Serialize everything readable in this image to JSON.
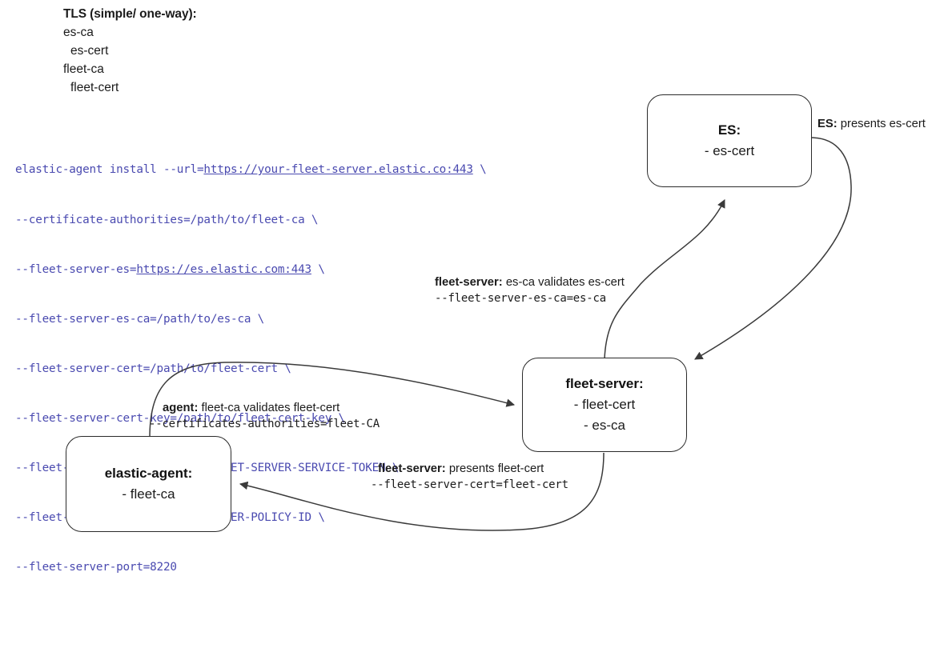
{
  "note": {
    "title": "TLS (simple/ one-way):",
    "lines": [
      {
        "text": "es-ca",
        "indent": false
      },
      {
        "text": "es-cert",
        "indent": true
      },
      {
        "text": "fleet-ca",
        "indent": false
      },
      {
        "text": "fleet-cert",
        "indent": true
      }
    ]
  },
  "command": {
    "color": "#4a4ab0",
    "lines": [
      {
        "pre": "elastic-agent install --url=",
        "url": "https://your-fleet-server.elastic.co:443",
        "post": " \\"
      },
      {
        "pre": "--certificate-authorities=/path/to/fleet-ca \\",
        "url": "",
        "post": ""
      },
      {
        "pre": "--fleet-server-es=",
        "url": "https://es.elastic.com:443",
        "post": " \\"
      },
      {
        "pre": "--fleet-server-es-ca=/path/to/es-ca \\",
        "url": "",
        "post": ""
      },
      {
        "pre": "--fleet-server-cert=/path/to/fleet-cert \\",
        "url": "",
        "post": ""
      },
      {
        "pre": "--fleet-server-cert-key=/path/to/fleet-cert-key \\",
        "url": "",
        "post": ""
      },
      {
        "pre": "--fleet-server-service-token=FLEET-SERVER-SERVICE-TOKEN \\",
        "url": "",
        "post": ""
      },
      {
        "pre": "--fleet-server-policy=FLEET-SERVER-POLICY-ID \\",
        "url": "",
        "post": ""
      },
      {
        "pre": "--fleet-server-port=8220",
        "url": "",
        "post": ""
      }
    ]
  },
  "nodes": {
    "es": {
      "title": "ES:",
      "line1": "- es-cert"
    },
    "fleet_server": {
      "title": "fleet-server:",
      "line1": "- fleet-cert",
      "line2": "- es-ca"
    },
    "elastic_agent": {
      "title": "elastic-agent:",
      "line1": "- fleet-ca"
    }
  },
  "edge_labels": {
    "es_presents": {
      "actor": "ES:",
      "text": " presents es-cert"
    },
    "fleet_server_validates": {
      "actor": "fleet-server:",
      "text": " es-ca validates es-cert",
      "flag": "--fleet-server-es-ca=es-ca"
    },
    "agent_validates": {
      "actor": "agent:",
      "text": " fleet-ca validates fleet-cert",
      "flag": "--certificates-authorities=fleet-CA"
    },
    "fleet_server_presents": {
      "actor": "fleet-server:",
      "text": " presents fleet-cert",
      "flag": "--fleet-server-cert=fleet-cert"
    }
  },
  "colors": {
    "stroke": "#3a3a3a",
    "node_border": "#2b2b2b",
    "text": "#1b1b1b",
    "mono": "#4a4ab0",
    "background": "#ffffff"
  }
}
